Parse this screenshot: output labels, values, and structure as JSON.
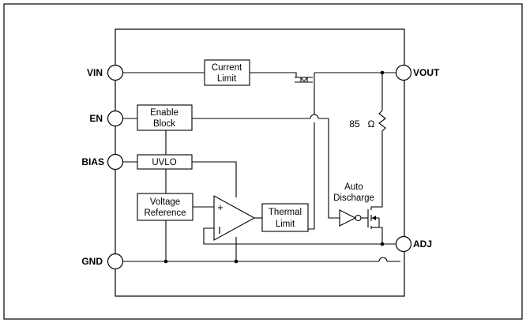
{
  "pins": {
    "vin": "VIN",
    "en": "EN",
    "bias": "BIAS",
    "gnd": "GND",
    "vout": "VOUT",
    "adj": "ADJ"
  },
  "blocks": {
    "current_limit": [
      "Current",
      "Limit"
    ],
    "enable_block": [
      "Enable",
      "Block"
    ],
    "uvlo": "UVLO",
    "voltage_reference": [
      "Voltage",
      "Reference"
    ],
    "thermal_limit": [
      "Thermal",
      "Limit"
    ]
  },
  "resistor": {
    "value": "85",
    "unit": "Ω"
  },
  "auto_discharge": [
    "Auto",
    "Discharge"
  ],
  "opamp": {
    "plus": "+",
    "minus": "I"
  }
}
